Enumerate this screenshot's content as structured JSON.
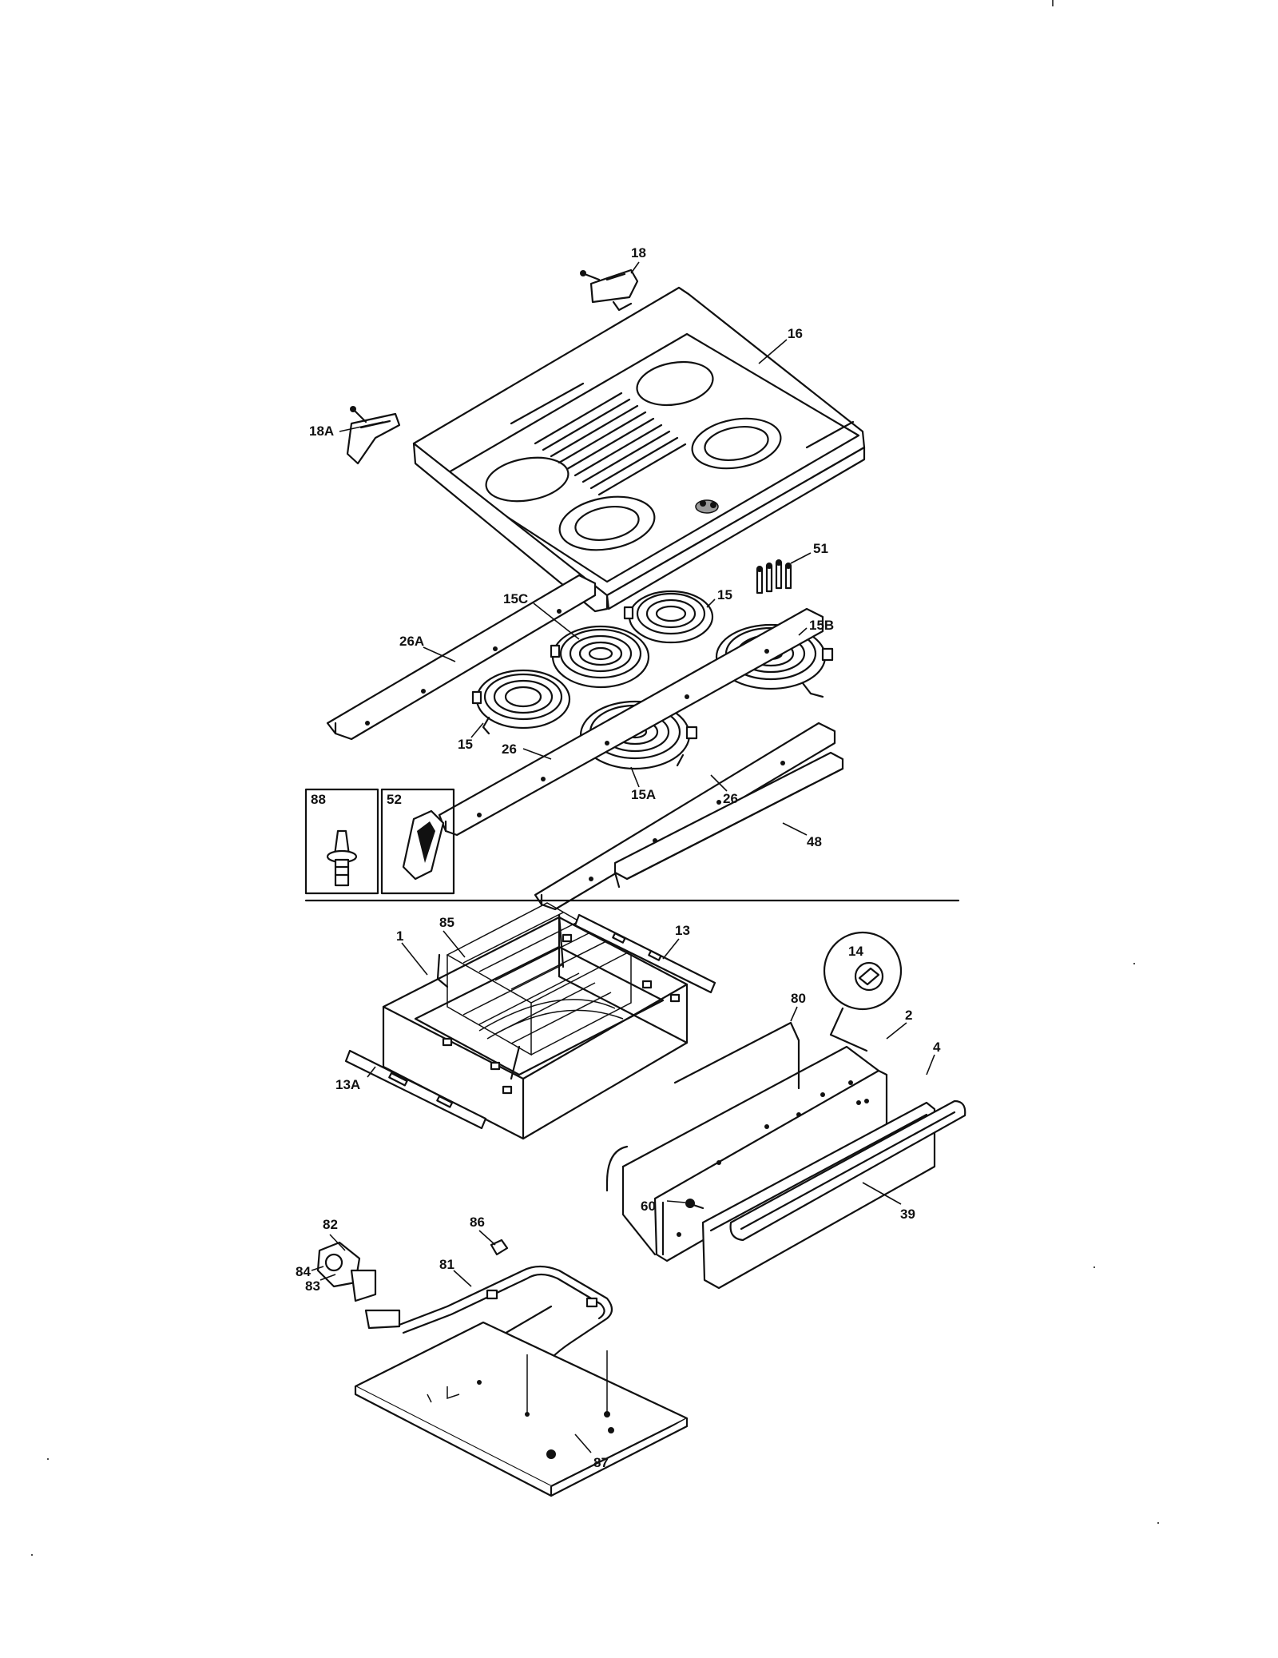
{
  "callouts": {
    "c18": "18",
    "c16": "16",
    "c18A": "18A",
    "c51": "51",
    "c15C": "15C",
    "c15_top": "15",
    "c15B": "15B",
    "c26A": "26A",
    "c15_left": "15",
    "c26_left": "26",
    "c15A": "15A",
    "c26_right": "26",
    "c48": "48",
    "c88": "88",
    "c52": "52",
    "c85": "85",
    "c13": "13",
    "c1": "1",
    "c14": "14",
    "c80": "80",
    "c2": "2",
    "c4": "4",
    "c13A": "13A",
    "c60": "60",
    "c39": "39",
    "c82": "82",
    "c86": "86",
    "c84": "84",
    "c83": "83",
    "c81": "81",
    "c87": "87"
  }
}
